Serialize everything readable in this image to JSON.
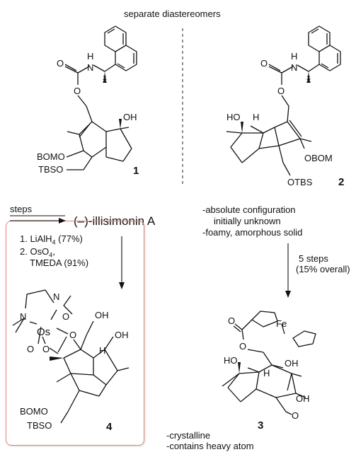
{
  "header": {
    "caption": "separate diastereomers"
  },
  "compound_1": {
    "number": "1",
    "oh": "OH",
    "bom": "BOMO",
    "tbs": "TBSO",
    "o_carbonyl": "O",
    "nh": "H",
    "n": "N",
    "o_ester": "O"
  },
  "compound_2": {
    "number": "2",
    "ho": "HO",
    "h": "H",
    "obom": "OBOM",
    "otbs": "OTBS",
    "o_carbonyl": "O",
    "nh": "H",
    "n": "N",
    "o_ester": "O",
    "notes": [
      "-absolute configuration",
      "initially unknown",
      "-foamy, amorphous solid"
    ]
  },
  "route_1": {
    "arrow_label": "steps",
    "product": "(–)-illisimonin A"
  },
  "boxed_route": {
    "step1_prefix": "1. LiAlH",
    "step1_sub": "4",
    "step1_suffix": " (77%)",
    "step2_prefix": "2. OsO",
    "step2_sub": "4",
    "step2_suffix": ",",
    "step2_line2": "TMEDA (91%)"
  },
  "compound_4": {
    "number": "4",
    "os": "Os",
    "n_top": "N",
    "n_left": "N",
    "o1": "O",
    "o2": "O",
    "o3": "O",
    "o4": "O",
    "oh_top": "OH",
    "oh_right": "OH",
    "h": "H",
    "bom": "BOMO",
    "tbs": "TBSO"
  },
  "route_2": {
    "steps": "5 steps",
    "yield": "(15% overall)"
  },
  "compound_3": {
    "number": "3",
    "fe": "Fe",
    "o_carbonyl": "O",
    "o_ester": "O",
    "oh_top": "OH",
    "ho": "HO",
    "h": "H",
    "oh_right": "OH",
    "o_ring": "O",
    "notes": [
      "-crystalline",
      "-contains heavy atom"
    ]
  }
}
